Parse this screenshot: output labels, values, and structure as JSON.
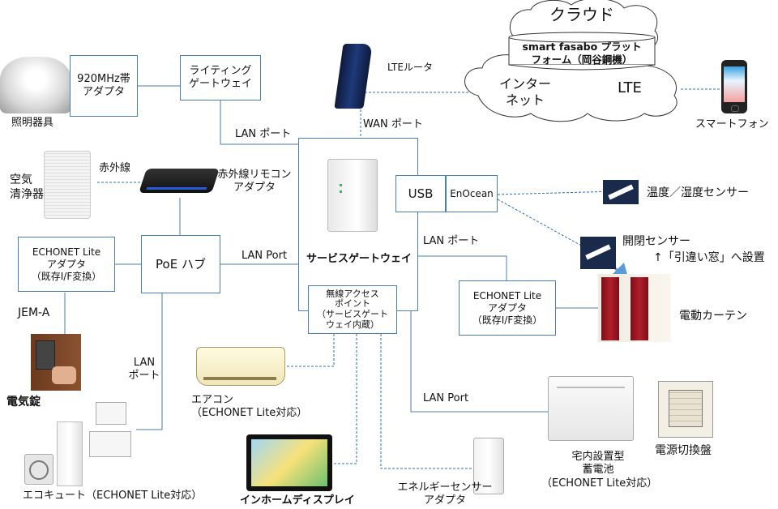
{
  "colors": {
    "line": "#4a7fb5",
    "dashed": "#2e6db4",
    "arrow": "#5b9bd5"
  },
  "cloud": {
    "title": "クラウド",
    "platform": "smart fasabo プラット\nフォーム（岡谷鋼機）",
    "internet": "インター\nネット",
    "lte": "LTE"
  },
  "devices": {
    "lighting": "照明器具",
    "air_purifier": "空気\n清浄器",
    "electric_lock": "電気錠",
    "ecocute": "エコキュート（ECHONET Lite対応）",
    "aircon": "エアコン\n（ECHONET Lite対応）",
    "in_home_display": "インホームディスプレイ",
    "energy_sensor_adapter": "エネルギーセンサー\nアダプタ",
    "storage_battery": "宅内設置型\n蓄電池\n（ECHONET Lite対応）",
    "power_switchboard": "電源切換盤",
    "curtain": "電動カーテン",
    "temp_sensor": "温度／湿度センサー",
    "open_close_sensor": "開閉センサー",
    "open_close_note": "↑「引違い窓」へ設置",
    "smartphone": "スマートフォン",
    "lte_router": "LTEルータ",
    "ir_remote_adapter": "赤外線リモコン\nアダプタ"
  },
  "boxes": {
    "adapter_920": "920MHz帯\nアダプタ",
    "lighting_gateway": "ライティング\nゲートウェイ",
    "echonet_adapter_left": "ECHONET Lite\nアダプタ\n（既存I/F変換）",
    "poe_hub": "PoE ハブ",
    "usb": "USB",
    "enocean": "EnOcean",
    "wireless_ap": "無線アクセス\nポイント\n（サービスゲート\nウェイ内蔵）",
    "echonet_adapter_right": "ECHONET Lite\nアダプタ\n（既存I/F変換）"
  },
  "labels": {
    "service_gateway": "サービスゲートウェイ",
    "lan_port_top": "LAN ポート",
    "wan_port": "WAN ポート",
    "infrared": "赤外線",
    "lan_port_poe": "LAN Port",
    "lan_port_right": "LAN ポート",
    "jem_a": "JEM-A",
    "lan_port_left": "LAN\nポート",
    "lan_port_bottom": "LAN Port"
  }
}
